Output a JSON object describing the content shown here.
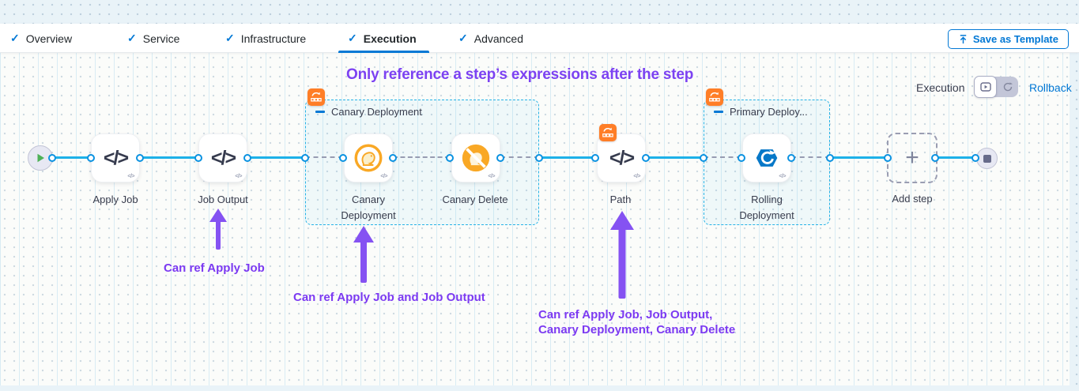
{
  "tabs": {
    "items": [
      {
        "label": "Overview"
      },
      {
        "label": "Service"
      },
      {
        "label": "Infrastructure"
      },
      {
        "label": "Execution"
      },
      {
        "label": "Advanced"
      }
    ],
    "active_tab": "Execution",
    "save_as_template_label": "Save as Template"
  },
  "toolbar": {
    "execution_label": "Execution",
    "rollback_label": "Rollback"
  },
  "canvas": {
    "heading": "Only reference a step’s expressions after the step",
    "groups": [
      {
        "label": "Canary Deployment"
      },
      {
        "label": "Primary Deploy..."
      }
    ],
    "steps": {
      "apply_job": {
        "label": "Apply Job"
      },
      "job_output": {
        "label": "Job Output"
      },
      "canary_deployment": {
        "label": "Canary Deployment"
      },
      "canary_delete": {
        "label": "Canary Delete"
      },
      "path": {
        "label": "Path"
      },
      "rolling_deployment": {
        "label": "Rolling Deployment"
      }
    },
    "add_step_label": "Add step",
    "annotations": [
      {
        "text": "Can ref Apply Job"
      },
      {
        "text": "Can ref Apply Job and Job Output"
      },
      {
        "line1": "Can ref Apply Job, Job Output,",
        "line2": "Canary Deployment, Canary Delete"
      }
    ]
  },
  "icons": {
    "check_glyph": "✓",
    "code_glyph": "</>",
    "mini_code_glyph": "</>",
    "plus_glyph": "+"
  },
  "colors": {
    "accent_blue": "#0278D5",
    "connector_blue": "#1DB1E8",
    "annotation_purple": "#7C3AF2",
    "badge_orange": "#FF7E27",
    "canary_orange": "#F9A825",
    "rolling_blue": "#0778C8",
    "start_green": "#4EB158"
  }
}
